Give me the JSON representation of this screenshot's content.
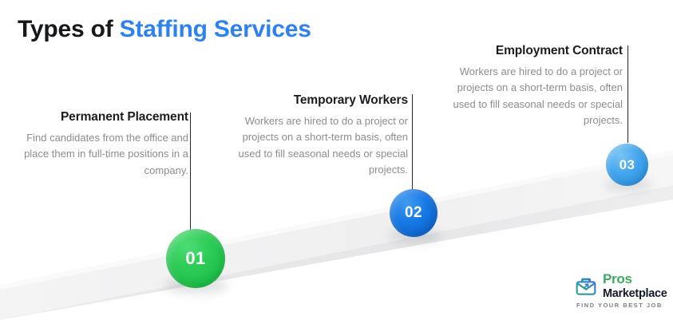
{
  "title": {
    "lead": "Types of ",
    "accent": "Staffing Services",
    "accent_color": "#2e82ef"
  },
  "items": [
    {
      "number": "01",
      "heading": "Permanent Placement",
      "description": "Find candidates from the office and place them in full-time positions in a company.",
      "color": "#2bcb55"
    },
    {
      "number": "02",
      "heading": "Temporary Workers",
      "description": "Workers are hired to do a project or projects on a short-term basis, often used to fill seasonal needs or special projects.",
      "color": "#1777e3"
    },
    {
      "number": "03",
      "heading": "Employment Contract",
      "description": "Workers are hired to do a project or projects on a short-term basis, often used to fill seasonal needs or special projects.",
      "color": "#41a4ec"
    }
  ],
  "logo": {
    "icon": "briefcase-icon",
    "line1": "Pros",
    "line2": "Marketplace",
    "tagline": "FIND YOUR BEST JOB",
    "line1_color": "#3cab5e",
    "line2_color": "#141a27"
  },
  "background": {
    "ribbon_color": "#f2f2f3"
  }
}
